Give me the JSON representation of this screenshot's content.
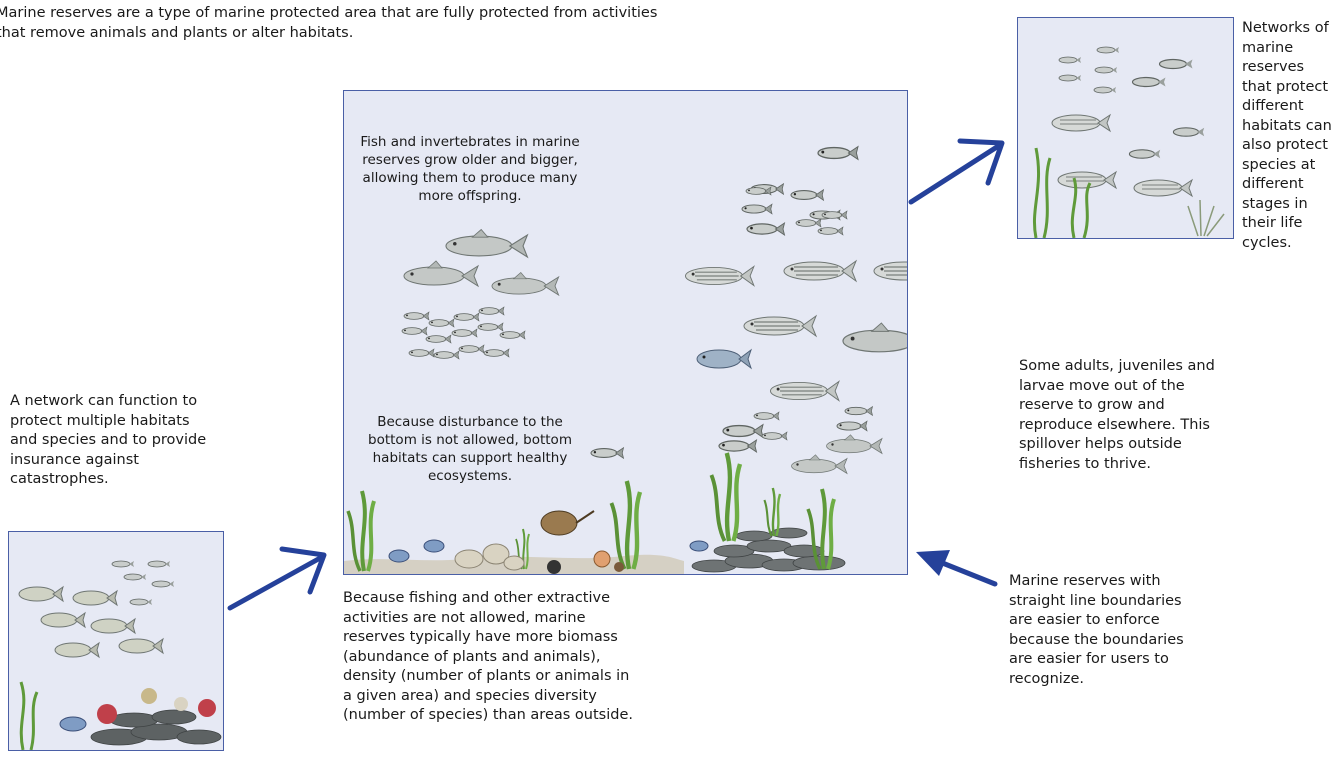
{
  "intro": "Marine reserves are a type of marine protected area that are fully protected from activities that remove animals and plants or alter habitats.",
  "networks_text": "Networks of marine reserves that protect different habitats can also protect species at different stages in their life cycles.",
  "network_function_text": "A network can function to protect multiple habitats and species and to provide insurance against catastrophes.",
  "growth_text": "Fish and invertebrates in marine reserves grow older and bigger, allowing them to produce many more offspring.",
  "bottom_text": "Because disturbance to the bottom is not allowed, bottom habitats can support healthy ecosystems.",
  "fishing_text": "Because fishing and other extractive activities are not allowed, marine reserves typically have more biomass (abundance of plants and animals), density (number of plants or animals in a given area) and species diversity (number of species) than areas outside.",
  "spillover_text": "Some adults, juveniles and larvae move out of the reserve to grow and reproduce elsewhere.  This spillover helps outside fisheries to thrive.",
  "boundaries_text": "Marine reserves with straight line boundaries are easier to enforce because the boundaries are easier for users to recognize.",
  "colors": {
    "panel_bg": "#e6e9f4",
    "panel_border": "#4a5fa6",
    "arrow": "#25419a",
    "fish": "#bfc3c2",
    "fish_dark": "#6f7673",
    "seagrass": "#5f9a3a",
    "rock": "#5d6263"
  }
}
